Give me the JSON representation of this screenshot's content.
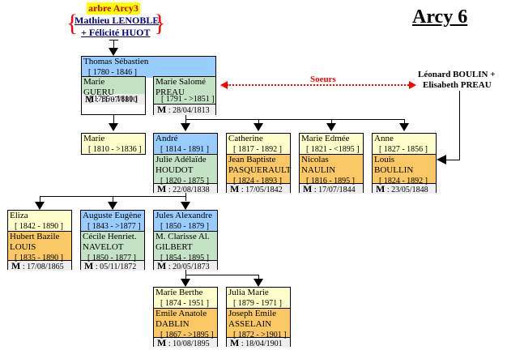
{
  "header": {
    "tree_link": "arbre Arcy3",
    "parents_line1": "Mathieu LENOBLE",
    "parents_line2": "+ Félicité HUOT",
    "page_title": "Arcy 6"
  },
  "colors": {
    "blue": "#99ccff",
    "yellow": "#ffffcc",
    "green": "#c4e2c4",
    "orange": "#f9c865",
    "grey": "#eeeeee",
    "red": "#ff0000"
  },
  "sisters_label": "Soeurs",
  "boulin_parents": {
    "line1": "Léonard BOULIN +",
    "line2": "Elisabeth PREAU"
  },
  "marriage_prefix": "M",
  "people": {
    "thomas": {
      "name": "Thomas Sébastien",
      "dates": "[ 1780 - 1846 ]"
    },
    "gueru": {
      "first": "Marie",
      "last": "GUERU",
      "dates": "[ 1785 - 1810 ]",
      "marriage": " : 11/07/1810"
    },
    "preau": {
      "first": "Marie Salomé",
      "last": "PREAU",
      "dates": "[ 1791 - >1851 ]",
      "marriage": " : 28/04/1813"
    },
    "marie": {
      "name": "Marie",
      "dates": "[ 1810 - >1836 ]"
    },
    "andre": {
      "name": "André",
      "dates": "[ 1814 - 1891 ]",
      "spouse_first": "Julie Adélaïde",
      "spouse_last": "HOUDOT",
      "spouse_dates": "[ 1820 - 1875 ]",
      "marriage": " : 22/08/1838"
    },
    "catherine": {
      "name": "Catherine",
      "dates": "[ 1817 - 1892 ]",
      "spouse_first": "Jean Baptiste",
      "spouse_last": "PASQUERAULT",
      "spouse_dates": "[ 1824 - 1893 ]",
      "marriage": " : 17/05/1842"
    },
    "edmee": {
      "name": "Marie Edmée",
      "dates": "[ 1821 - <1895 ]",
      "spouse_first": "Nicolas",
      "spouse_last": "NAULIN",
      "spouse_dates": "[ 1816 - 1895 ]",
      "marriage": " : 17/07/1844"
    },
    "anne": {
      "name": "Anne",
      "dates": "[ 1827 - 1856 ]",
      "spouse_first": "Louis",
      "spouse_last": "BOULLIN",
      "spouse_dates": "[ 1824 - 1892 ]",
      "marriage": " : 23/05/1848"
    },
    "eliza": {
      "name": "Eliza",
      "dates": "[ 1842 - 1890 ]",
      "spouse_first": "Hubert Bazile",
      "spouse_last": "LOUIS",
      "spouse_dates": "[ 1835 - 1890 ]",
      "marriage": " : 17/08/1865"
    },
    "auguste": {
      "name": "Auguste Eugène",
      "dates": "[ 1843 - >1877 ]",
      "spouse_first": "Cécile Henriet.",
      "spouse_last": "NAVELOT",
      "spouse_dates": "[ 1850 - 1877 ]",
      "marriage": " : 05/11/1872"
    },
    "jules": {
      "name": "Jules Alexandre",
      "dates": "[ 1850 - 1879 ]",
      "spouse_first": "M. Clarisse Al.",
      "spouse_last": "GILBERT",
      "spouse_dates": "[ 1854 - 1895 ]",
      "marriage": " : 20/05/1873"
    },
    "berthe": {
      "name": "Marie Berthe",
      "dates": "[ 1874 - 1951 ]",
      "spouse_first": "Emile Anatole",
      "spouse_last": "DABLIN",
      "spouse_dates": "[ 1867 - >1895 ]",
      "marriage": " : 10/08/1895"
    },
    "julia": {
      "name": "Julia Marie",
      "dates": "[ 1879 - 1971 ]",
      "spouse_first": "Joseph Emile",
      "spouse_last": "ASSELAIN",
      "spouse_dates": "[ 1872 - >1901 ]",
      "marriage": " : 18/04/1901"
    }
  }
}
